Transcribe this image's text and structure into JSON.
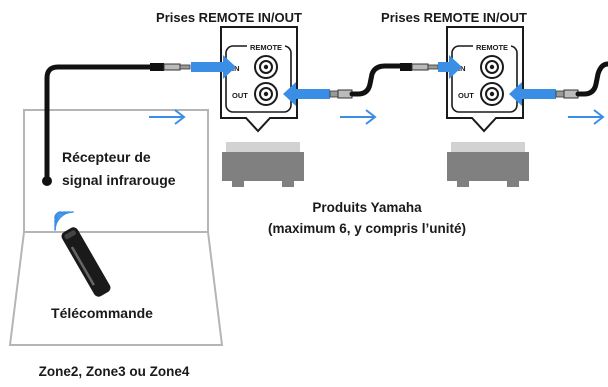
{
  "labels": {
    "jacks_left": "Prises REMOTE IN/OUT",
    "jacks_right": "Prises REMOTE IN/OUT",
    "ir_receiver_line1": "Récepteur de",
    "ir_receiver_line2": "signal infrarouge",
    "remote": "Télécommande",
    "products_line1": "Produits Yamaha",
    "products_line2": "(maximum 6, y compris l’unité)",
    "zone": "Zone2, Zone3 ou Zone4"
  },
  "panel_left": {
    "header": "REMOTE",
    "in": "IN",
    "out": "OUT"
  },
  "panel_right": {
    "header": "REMOTE",
    "in": "IN",
    "out": "OUT"
  },
  "colors": {
    "arrow_blue": "#3a8ee6",
    "cable": "#111111",
    "room_outline": "#b5b5b5",
    "device_gray": "#808080"
  }
}
